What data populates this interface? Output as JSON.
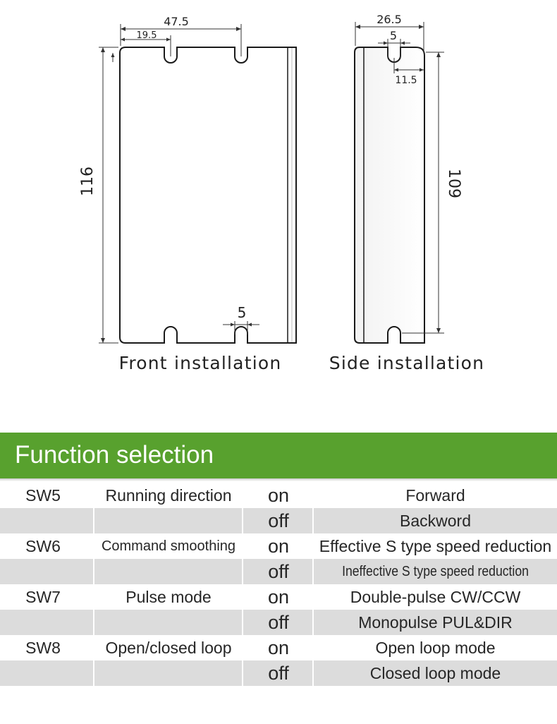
{
  "drawing": {
    "front": {
      "caption": "Front installation",
      "dims": {
        "width": "47.5",
        "hole_offset": "19.5",
        "height": "116",
        "slot": "5"
      }
    },
    "side": {
      "caption": "Side installation",
      "dims": {
        "width": "26.5",
        "slot": "5",
        "offset": "11.5",
        "height": "109"
      }
    }
  },
  "function_selection": {
    "title": "Function selection",
    "rows": [
      {
        "switch": "SW5",
        "function": "Running direction",
        "state": "on",
        "description": "Forward"
      },
      {
        "switch": "",
        "function": "",
        "state": "off",
        "description": "Backword"
      },
      {
        "switch": "SW6",
        "function": "Command smoothing",
        "state": "on",
        "description": "Effective S type speed reduction"
      },
      {
        "switch": "",
        "function": "",
        "state": "off",
        "description": "Ineffective S type speed reduction"
      },
      {
        "switch": "SW7",
        "function": "Pulse mode",
        "state": "on",
        "description": "Double-pulse CW/CCW"
      },
      {
        "switch": "",
        "function": "",
        "state": "off",
        "description": "Monopulse PUL&DIR"
      },
      {
        "switch": "SW8",
        "function": "Open/closed loop",
        "state": "on",
        "description": "Open loop mode"
      },
      {
        "switch": "",
        "function": "",
        "state": "off",
        "description": "Closed loop mode"
      }
    ]
  }
}
